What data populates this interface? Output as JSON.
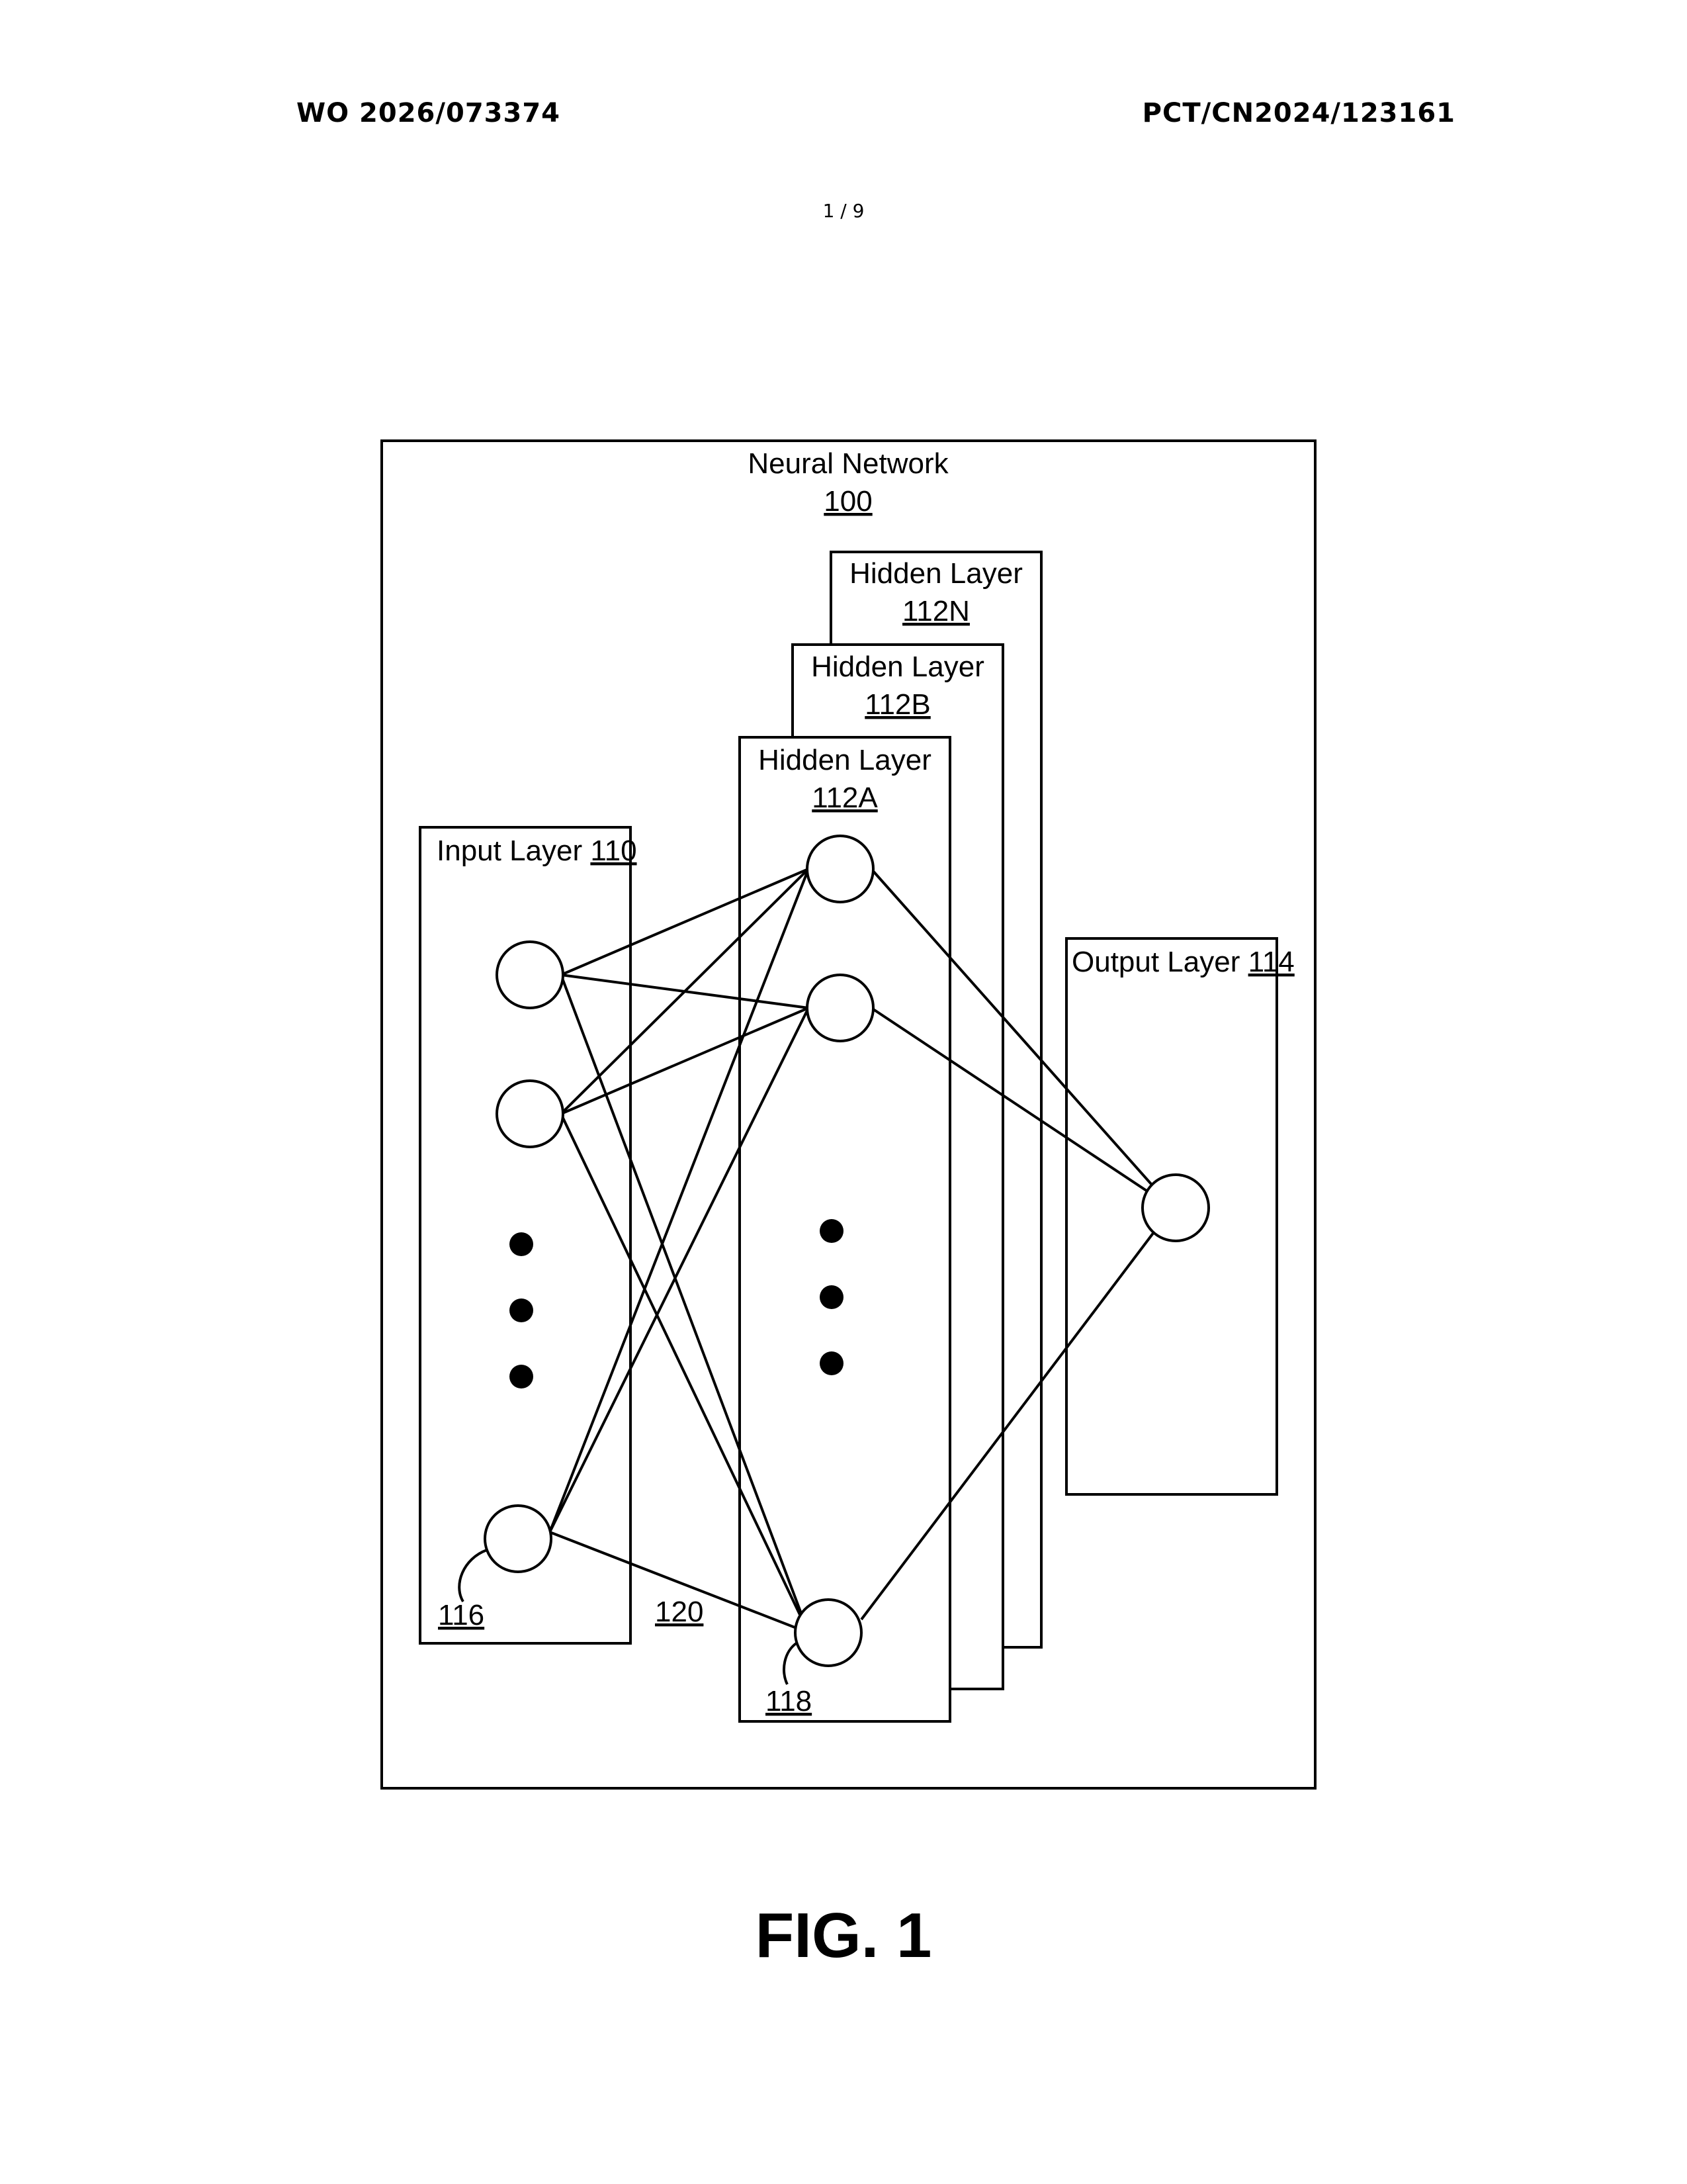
{
  "header": {
    "publication_number": "WO 2026/073374",
    "application_number": "PCT/CN2024/123161",
    "sheet": "1 / 9"
  },
  "figure": {
    "caption": "FIG. 1",
    "network": {
      "title": "Neural Network",
      "ref": "100"
    },
    "hidden_layers": [
      {
        "label": "Hidden Layer",
        "ref": "112N"
      },
      {
        "label": "Hidden Layer",
        "ref": "112B"
      },
      {
        "label": "Hidden Layer",
        "ref": "112A"
      }
    ],
    "input_layer": {
      "label": "Input Layer",
      "ref": "110"
    },
    "output_layer": {
      "label": "Output Layer",
      "ref": "114"
    },
    "reference_labels": {
      "input_node": "116",
      "connection": "120",
      "hidden_node": "118"
    }
  }
}
